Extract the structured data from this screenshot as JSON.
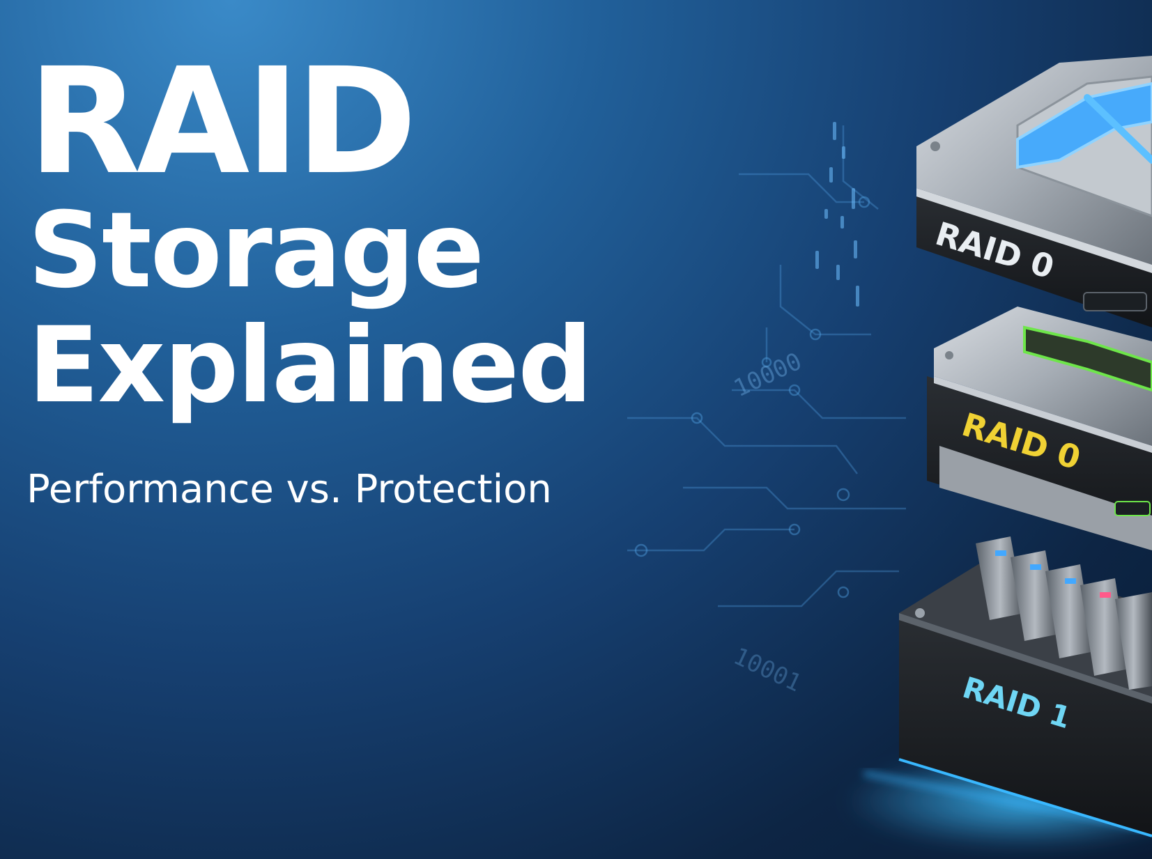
{
  "headline": {
    "line1": "RAID",
    "line2": "Storage",
    "line3": "Explained"
  },
  "subtitle": "Performance vs. Protection",
  "circuit_texts": [
    "10000",
    "10001"
  ],
  "drives": [
    {
      "label": "RAID 0",
      "label_color": "#e9eef2",
      "accent": "#3aa6ff"
    },
    {
      "label": "RAID 0",
      "label_color": "#f0d234",
      "accent": "#6ee64a"
    },
    {
      "label": "RAID 1",
      "label_color": "#6fd6f4",
      "accent": "#29b6ff"
    }
  ],
  "colors": {
    "background_top": "#3a8ac8",
    "background_bottom": "#0a1c36",
    "circuit": "#4f9fe0",
    "glow": "#35b4ff"
  }
}
